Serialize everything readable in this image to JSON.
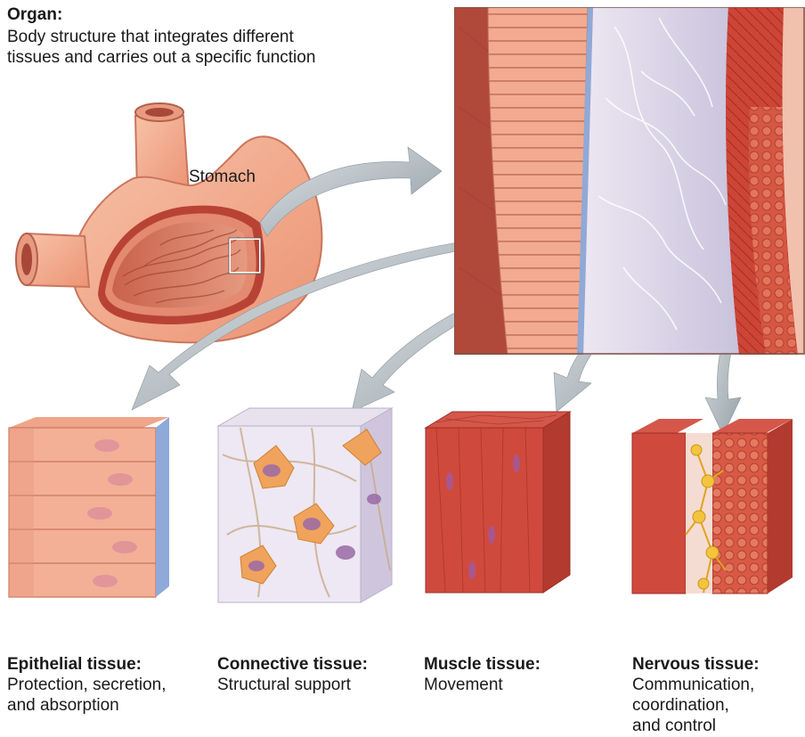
{
  "organ": {
    "heading": "Organ:",
    "description": "Body structure that integrates different\ntissues and carries out a specific function",
    "stomach_label": "Stomach"
  },
  "tissues": [
    {
      "name": "Epithelial tissue:",
      "function": "Protection, secretion,\nand absorption"
    },
    {
      "name": "Connective tissue:",
      "function": "Structural support"
    },
    {
      "name": "Muscle tissue:",
      "function": "Movement"
    },
    {
      "name": "Nervous tissue:",
      "function": "Communication,\ncoordination,\nand control"
    }
  ],
  "colors": {
    "muscle_red": "#c8453a",
    "epithelial_salmon": "#f2a98e",
    "connective_lavender": "#d9d2e6",
    "nerve_yellow": "#f3c43c",
    "arrow_gray": "#9aa6ad",
    "basement_blue": "#8fa9d8"
  }
}
